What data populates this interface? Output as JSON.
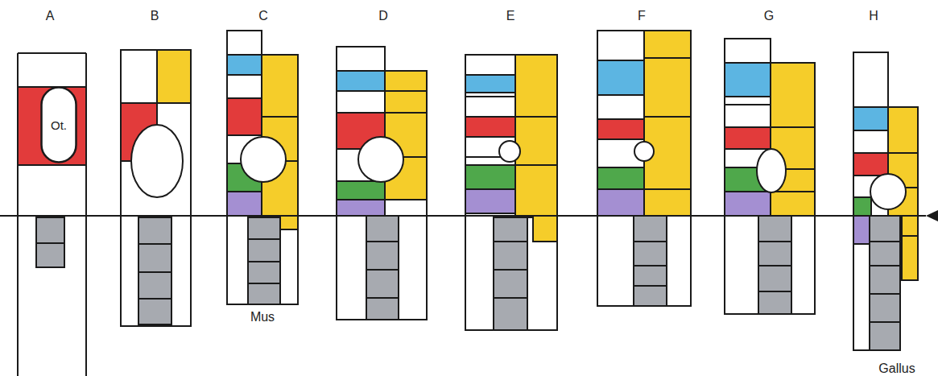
{
  "diagram": {
    "nodes": [
      {
        "text": [
          "Ot."
        ]
      }
    ],
    "labels": [
      "A",
      "B",
      "C",
      "D",
      "E",
      "F",
      "G",
      "H",
      "Mus",
      "Gallus"
    ]
  }
}
